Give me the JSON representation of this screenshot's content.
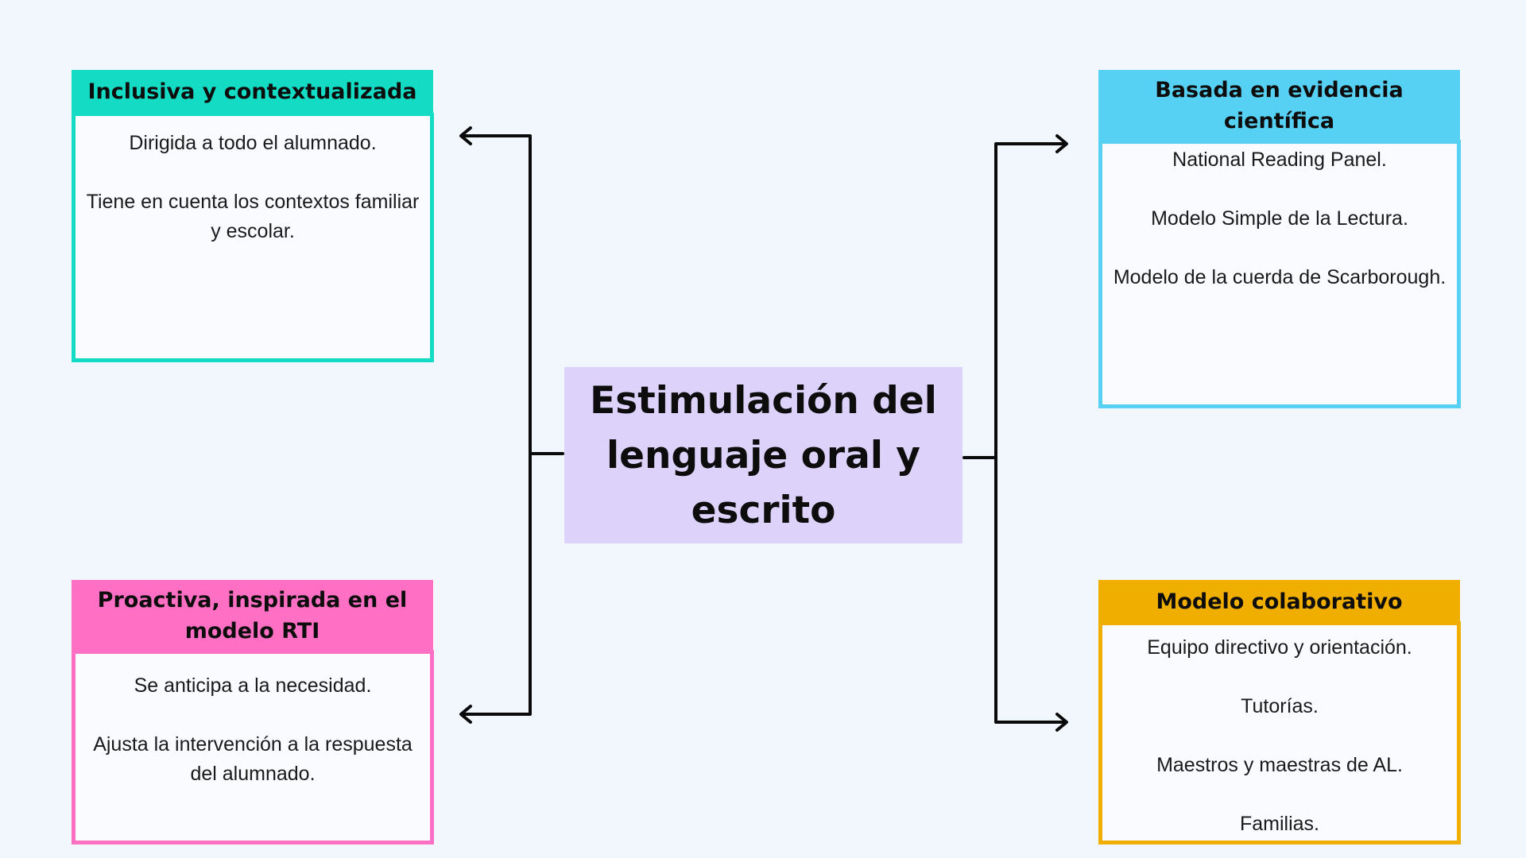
{
  "central_node": {
    "title": "Estimulación del lenguaje oral y escrito",
    "background_color": "#dcd2fa"
  },
  "cards": {
    "inclusiva": {
      "title": "Inclusiva y contextualizada",
      "color": "#14dcc4",
      "items": [
        "Dirigida a todo el alumnado.",
        "Tiene en cuenta los contextos familiar y escolar."
      ]
    },
    "basada": {
      "title": "Basada en evidencia científica",
      "color": "#56d1f3",
      "items": [
        "National Reading Panel.",
        "Modelo Simple de la Lectura.",
        "Modelo de la cuerda de Scarborough."
      ]
    },
    "proactiva": {
      "title": "Proactiva, inspirada en el modelo RTI",
      "color": "#ff6fc4",
      "items": [
        "Se anticipa a la necesidad.",
        "Ajusta la intervención a la respuesta del alumnado."
      ]
    },
    "colaborativo": {
      "title": "Modelo colaborativo",
      "color": "#f0ae00",
      "items": [
        "Equipo directivo y orientación.",
        "Tutorías.",
        "Maestros y maestras de AL.",
        "Familias."
      ]
    }
  }
}
